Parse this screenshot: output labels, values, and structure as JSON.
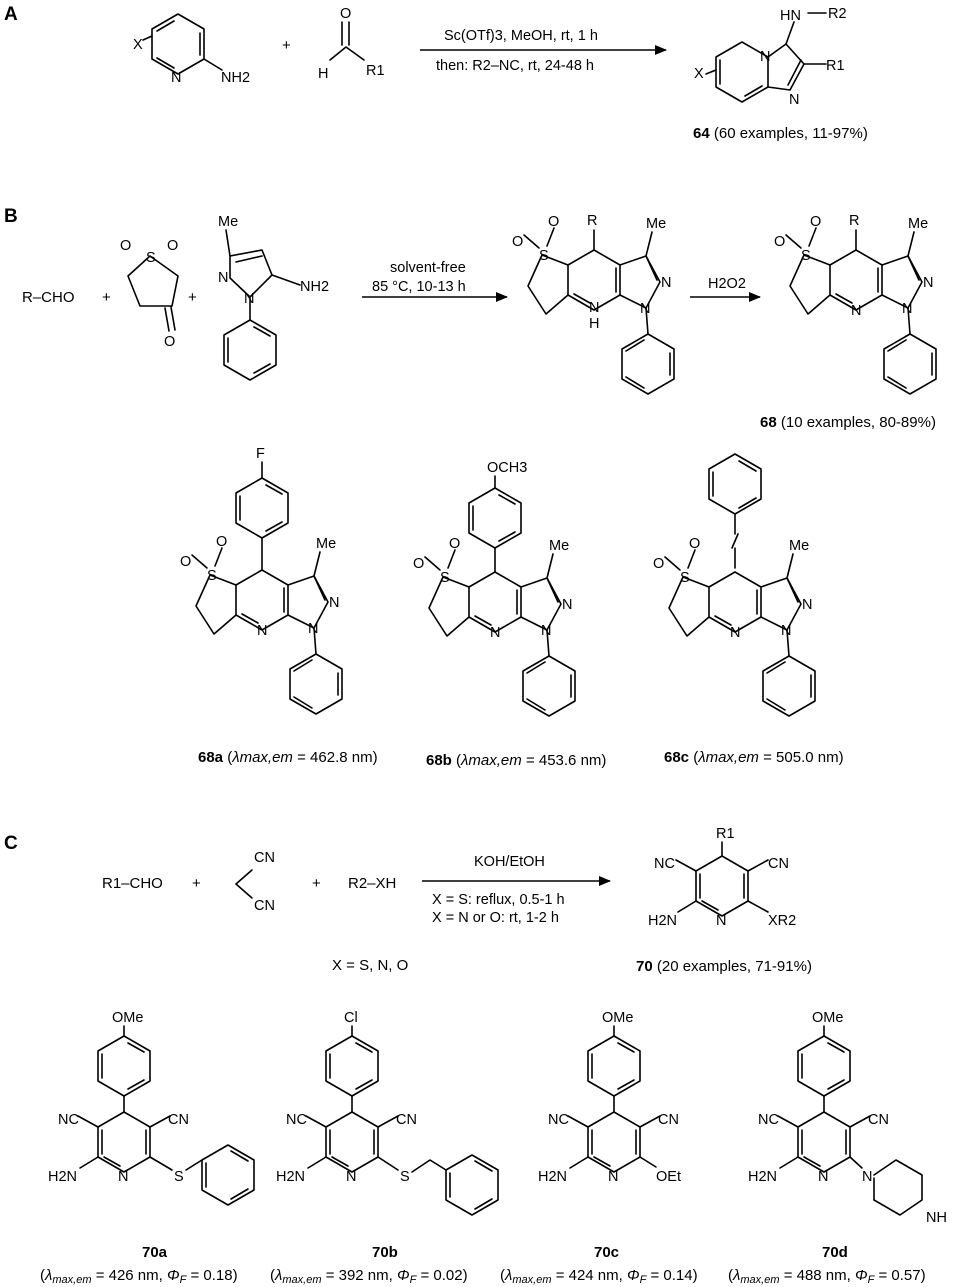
{
  "panels": {
    "a": "A",
    "b": "B",
    "c": "C"
  },
  "section_a": {
    "plus": "+",
    "condition_line1": "Sc(OTf)3, MeOH, rt, 1 h",
    "condition_line2": "then: R2–NC, rt, 24-48 h",
    "product_id": "64",
    "product_note": "(60 examples, 11-97%)",
    "atoms": {
      "x": "X",
      "n": "N",
      "nh2": "NH2",
      "o": "O",
      "h": "H",
      "r1": "R1",
      "hn": "HN",
      "r2": "R2"
    }
  },
  "section_b": {
    "reactant_aldehyde": "R–CHO",
    "plus": "+",
    "condition_line1": "solvent-free",
    "condition_line2": "85 °C, 10-13 h",
    "oxidant": "H2O2",
    "product_id": "68",
    "product_note": "(10 examples, 80-89%)",
    "atoms": {
      "s": "S",
      "o": "O",
      "n": "N",
      "nh": "N\nH",
      "h": "H",
      "me": "Me",
      "r": "R",
      "nh2": "NH2",
      "f": "F",
      "och3": "OCH3"
    },
    "examples": [
      {
        "id": "68a",
        "prop": "λmax,em",
        "value": "= 462.8 nm)"
      },
      {
        "id": "68b",
        "prop": "λmax,em",
        "value": "= 453.6 nm)"
      },
      {
        "id": "68c",
        "prop": "λmax,em",
        "value": "= 505.0 nm)"
      }
    ]
  },
  "section_c": {
    "reactant_aldehyde": "R1–CHO",
    "reactant_thiol": "R2–XH",
    "plus": "+",
    "x_note": "X = S, N, O",
    "condition_top": "KOH/EtOH",
    "condition_line1": "X = S: reflux, 0.5-1 h",
    "condition_line2": "X = N or O: rt, 1-2 h",
    "product_id": "70",
    "product_note": "(20 examples, 71-91%)",
    "atoms": {
      "cn": "CN",
      "nc": "NC",
      "h2n": "H2N",
      "n": "N",
      "xr2": "XR2",
      "r1": "R1",
      "s": "S",
      "ome": "OMe",
      "cl": "Cl",
      "oet": "OEt",
      "nh": "NH"
    },
    "examples": [
      {
        "id": "70a",
        "em": "= 426 nm,",
        "phi": "= 0.18)"
      },
      {
        "id": "70b",
        "em": "= 392 nm,",
        "phi": "= 0.02)"
      },
      {
        "id": "70c",
        "em": "= 424 nm,",
        "phi": "= 0.14)"
      },
      {
        "id": "70d",
        "em": "= 488 nm,",
        "phi": "= 0.57)"
      }
    ]
  }
}
